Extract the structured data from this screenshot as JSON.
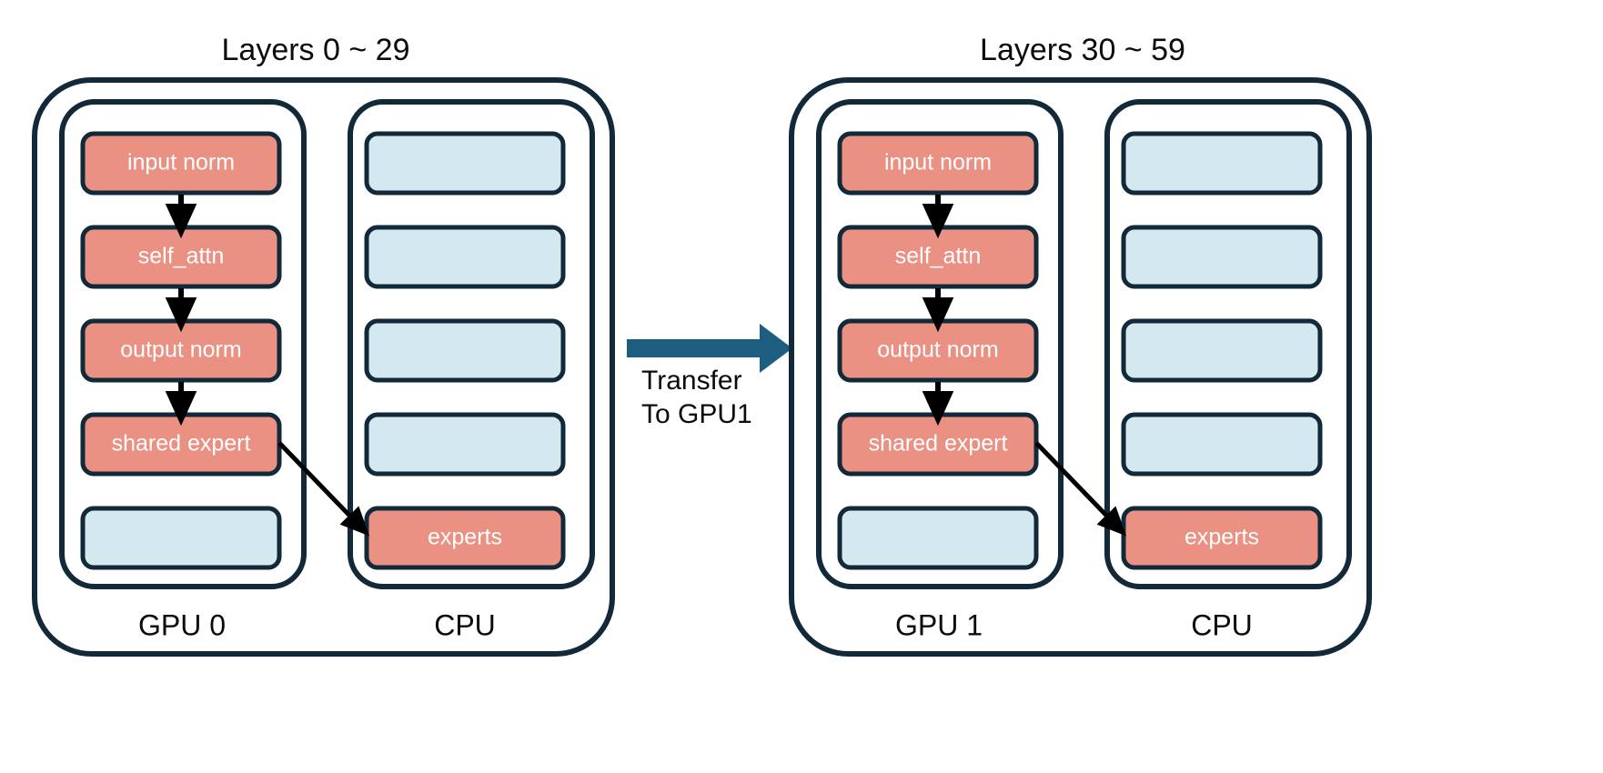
{
  "figure": {
    "title_left": "Layers 0 ~ 29",
    "title_right": "Layers 30 ~ 59",
    "transfer_line1": "Transfer",
    "transfer_line2": "To GPU1"
  },
  "colors": {
    "accent_red": "#ea9184",
    "accent_blue": "#d3e8ef",
    "outline": "#12293a",
    "transfer_arrow": "#1d5d80",
    "background": "#ffffff",
    "text_dark": "#0b0b0b",
    "text_light": "#ffffff"
  },
  "groups": [
    {
      "id": "group-left",
      "title": "Layers 0 ~ 29",
      "columns": [
        {
          "id": "gpu0",
          "device_label": "GPU 0",
          "blocks": [
            {
              "label": "input norm",
              "kind": "red"
            },
            {
              "label": "self_attn",
              "kind": "red"
            },
            {
              "label": "output norm",
              "kind": "red"
            },
            {
              "label": "shared expert",
              "kind": "red"
            },
            {
              "label": "",
              "kind": "blue"
            }
          ]
        },
        {
          "id": "cpu0",
          "device_label": "CPU",
          "blocks": [
            {
              "label": "",
              "kind": "blue"
            },
            {
              "label": "",
              "kind": "blue"
            },
            {
              "label": "",
              "kind": "blue"
            },
            {
              "label": "",
              "kind": "blue"
            },
            {
              "label": "experts",
              "kind": "red"
            }
          ]
        }
      ]
    },
    {
      "id": "group-right",
      "title": "Layers 30 ~ 59",
      "columns": [
        {
          "id": "gpu1",
          "device_label": "GPU 1",
          "blocks": [
            {
              "label": "input norm",
              "kind": "red"
            },
            {
              "label": "self_attn",
              "kind": "red"
            },
            {
              "label": "output norm",
              "kind": "red"
            },
            {
              "label": "shared expert",
              "kind": "red"
            },
            {
              "label": "",
              "kind": "blue"
            }
          ]
        },
        {
          "id": "cpu1",
          "device_label": "CPU",
          "blocks": [
            {
              "label": "",
              "kind": "blue"
            },
            {
              "label": "",
              "kind": "blue"
            },
            {
              "label": "",
              "kind": "blue"
            },
            {
              "label": "",
              "kind": "blue"
            },
            {
              "label": "experts",
              "kind": "red"
            }
          ]
        }
      ]
    }
  ],
  "labels": {
    "left_title": "Layers 0 ~ 29",
    "right_title": "Layers 30 ~ 59",
    "gpu0": "GPU 0",
    "cpu_left": "CPU",
    "gpu1": "GPU 1",
    "cpu_right": "CPU",
    "b_input_norm": "input norm",
    "b_self_attn": "self_attn",
    "b_output_norm": "output norm",
    "b_shared_expert": "shared expert",
    "b_experts": "experts",
    "transfer1": "Transfer",
    "transfer2": "To GPU1"
  }
}
